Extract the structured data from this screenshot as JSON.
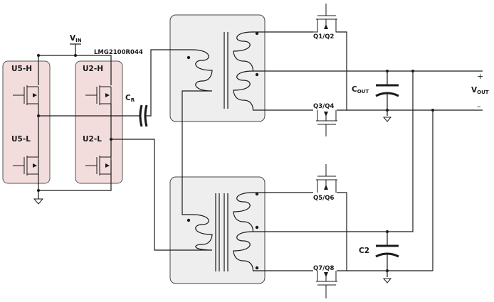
{
  "diagram": {
    "labels": {
      "vin_main": "V",
      "vin_sub": "IN",
      "part_number": "LMG2100R044",
      "u5h": "U5-H",
      "u5l": "U5-L",
      "u2h": "U2-H",
      "u2l": "U2-L",
      "cr_main": "C",
      "cr_sub": "R",
      "q1q2": "Q1/Q2",
      "q3q4": "Q3/Q4",
      "q5q6": "Q5/Q6",
      "q7q8": "Q7/Q8",
      "cout_main": "C",
      "cout_sub": "OUT",
      "c2": "C2",
      "vout_main": "V",
      "vout_sub": "OUT",
      "plus": "+",
      "minus": "–"
    }
  }
}
